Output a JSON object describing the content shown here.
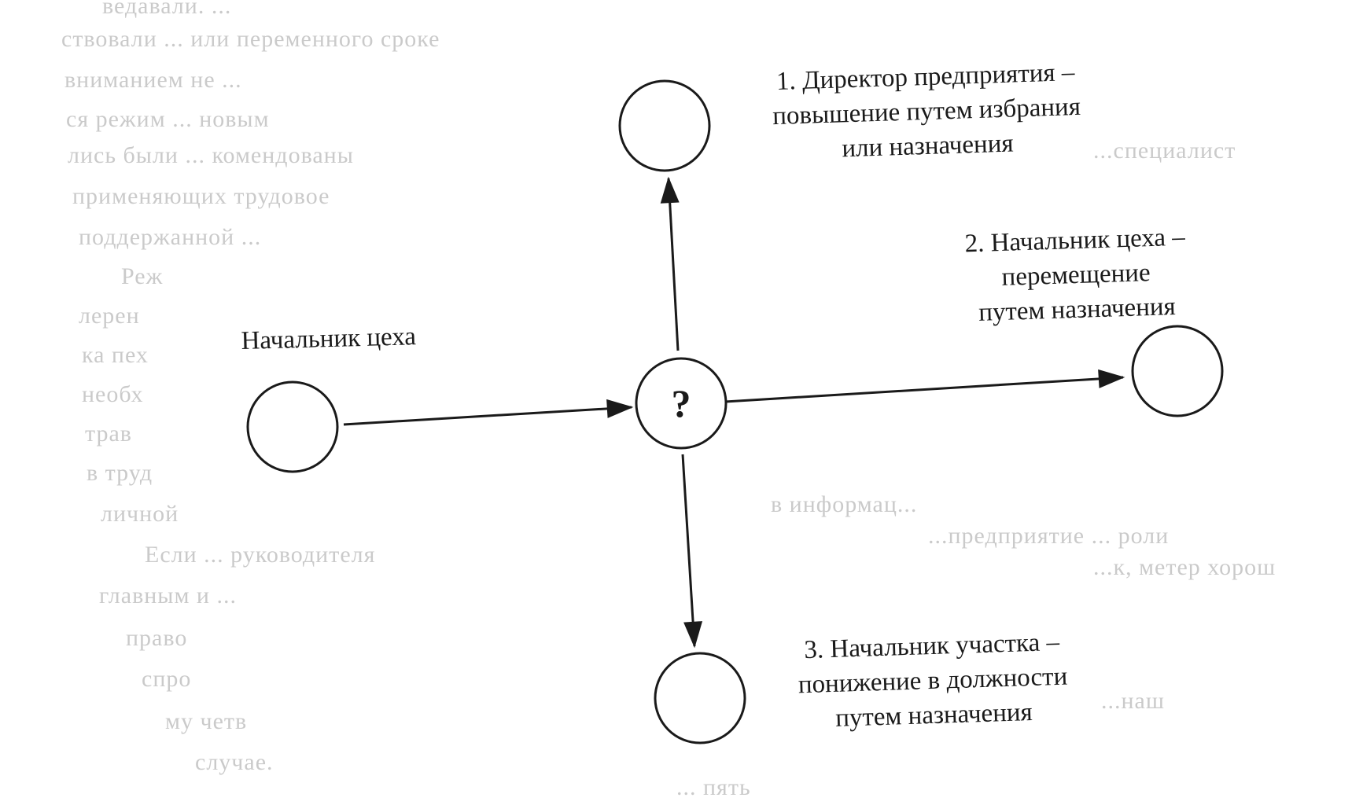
{
  "diagram": {
    "start_label": "Начальник цеха",
    "center_symbol": "?",
    "options": [
      {
        "lines": [
          "1. Директор предприятия –",
          "повышение путем избрания",
          "или назначения"
        ]
      },
      {
        "lines": [
          "2. Начальник цеха –",
          "перемещение",
          "путем назначения"
        ]
      },
      {
        "lines": [
          "3. Начальник участка –",
          "понижение в должности",
          "путем назначения"
        ]
      }
    ]
  },
  "show_through": {
    "fragments": [
      "ведавали. ...",
      "ствовали ... или переменного сроке",
      "вниманием не ...",
      "ся режим ... новым",
      "лись были ... комендованы",
      "применяющих трудовое",
      "поддержанной ...",
      "Реж",
      "лерен",
      "ка пех",
      "необх",
      "трав",
      "в труд",
      "личной",
      "Если ... руководителя",
      "главным и ...",
      "право",
      "спро",
      "му четв",
      "случае.",
      "...специалист",
      "в информац...",
      "...предприятие ... роли",
      "...к, метер хорош",
      "...наш",
      "... пять"
    ]
  },
  "colors": {
    "ink": "#1a1a1a",
    "paper": "#ffffff",
    "show_through": "#b9b9b9"
  }
}
